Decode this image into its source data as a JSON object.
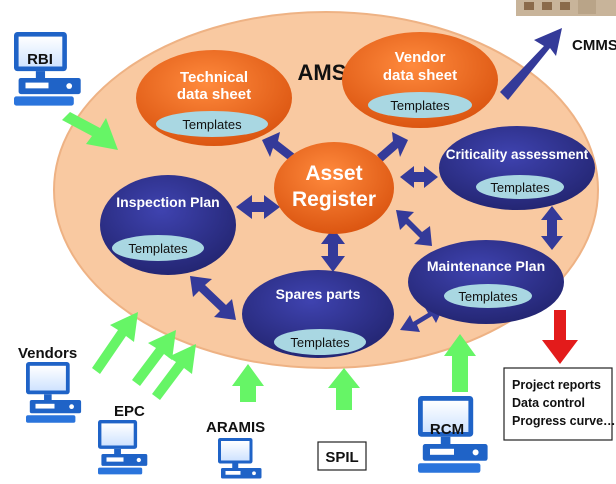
{
  "diagram": {
    "hub_label": "AMS",
    "center": {
      "line1": "Asset",
      "line2": "Register"
    },
    "template_label": "Templates",
    "nodes": {
      "technical": {
        "line1": "Technical",
        "line2": "data sheet"
      },
      "vendor": {
        "line1": "Vendor",
        "line2": "data sheet"
      },
      "criticality": {
        "line1": "Criticality assessment"
      },
      "inspection": {
        "line1": "Inspection Plan"
      },
      "maintenance": {
        "line1": "Maintenance Plan"
      },
      "spares": {
        "line1": "Spares parts"
      }
    },
    "external": {
      "rbi": "RBI",
      "cmms": "CMMS",
      "vendors": "Vendors",
      "epc": "EPC",
      "aramis": "ARAMIS",
      "spil": "SPIL",
      "rcm": "RCM"
    },
    "reports": [
      "Project reports",
      "Data control",
      "Progress curve…"
    ],
    "colors": {
      "hub_fill": "#f9c9a1",
      "orange_node": "#e8621a",
      "blue_node": "#2d2f8f",
      "template_fill": "#a9d7e2",
      "connector": "#343a99",
      "input_arrow": "#66f566",
      "output_arrow": "#e31b1b",
      "computer_blue": "#1f63c7"
    }
  }
}
